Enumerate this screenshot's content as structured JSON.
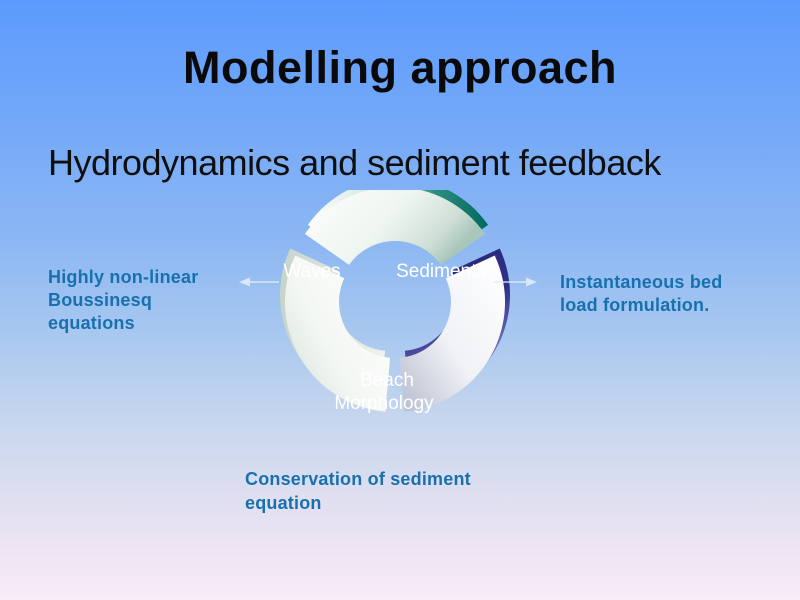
{
  "slide": {
    "title": "Modelling approach",
    "subtitle": "Hydrodynamics and sediment feedback"
  },
  "diagram": {
    "type": "cycle",
    "labels": {
      "waves": "Waves",
      "sediments": "Sediments",
      "beach_line1": "Beach",
      "beach_line2": "Morphology"
    },
    "arcs": [
      {
        "position": "top",
        "from": "Waves",
        "to": "Sediments",
        "top_color": "#00695E"
      },
      {
        "position": "bottom-right",
        "from": "Sediments",
        "to": "Beach Morphology",
        "top_color": "#2B2B80"
      },
      {
        "position": "bottom-left",
        "from": "Beach Morphology",
        "to": "Waves",
        "top_color": "#C6D4CA"
      }
    ],
    "annotations": {
      "left": {
        "lines": [
          "Highly non-linear",
          "Boussinesq",
          "equations"
        ]
      },
      "right": {
        "lines": [
          "Instantaneous bed",
          "load formulation."
        ]
      },
      "bottom": {
        "lines": [
          "Conservation of sediment",
          "equation"
        ]
      }
    }
  },
  "icons": {
    "arrow_left": "thin-left-arrow",
    "arrow_right": "thin-right-arrow"
  },
  "colors": {
    "background_top": "#5C9BFD",
    "background_bottom": "#F8ECF8",
    "title_text": "#0A0A0A",
    "annotation_text": "#1871AE",
    "diagram_label_text": "#FFFFFF",
    "arrow": "#E3EDFB",
    "teal_arc": "#00695E",
    "navy_arc": "#2B2B80"
  }
}
